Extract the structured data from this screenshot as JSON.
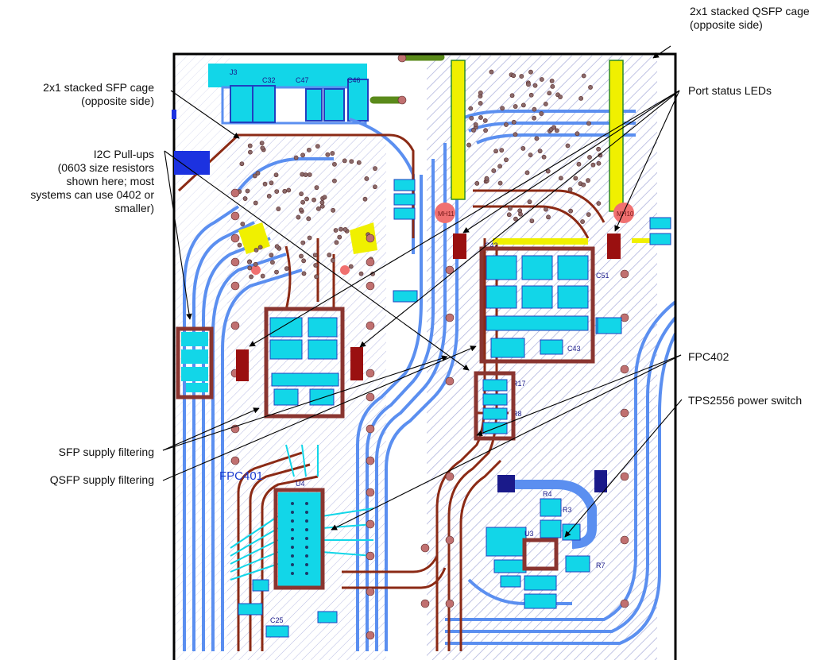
{
  "callouts": {
    "qsfp_cage": [
      "2x1 stacked QSFP cage",
      "(opposite side)"
    ],
    "sfp_cage": [
      "2x1 stacked SFP cage",
      "(opposite side)"
    ],
    "i2c_pullups": [
      "I2C Pull-ups",
      "(0603 size resistors",
      "shown here; most",
      "systems can use 0402 or",
      "smaller)"
    ],
    "port_leds": [
      "Port status LEDs"
    ],
    "fpc402": [
      "FPC402"
    ],
    "tps2556": [
      "TPS2556 power switch"
    ],
    "sfp_filter": [
      "SFP supply filtering"
    ],
    "qsfp_filter": [
      "QSFP supply filtering"
    ]
  },
  "board": {
    "fpc401_label": "FPC401",
    "mh_left": "MH11",
    "mh_right": "MH10",
    "ref_labels": {
      "j3": "J3",
      "c32": "C32",
      "c47": "C47",
      "c46": "C46",
      "c51": "C51",
      "c43": "C43",
      "c42": "C42",
      "r17": "R17",
      "r8": "R8",
      "r4": "R4",
      "r3": "R3",
      "r7": "R7",
      "u3": "U3",
      "c25": "C25",
      "u4": "U4"
    }
  },
  "colors": {
    "copper_blue": "#5b8ff0",
    "trace_red": "#8b2a15",
    "pad_cyan": "#12d6e8",
    "highlight_box": "#8a3530",
    "led_red": "#9a1010",
    "hatch": "#9aa0d8",
    "yellow": "#f0f000",
    "mount_hole": "#f07070"
  }
}
